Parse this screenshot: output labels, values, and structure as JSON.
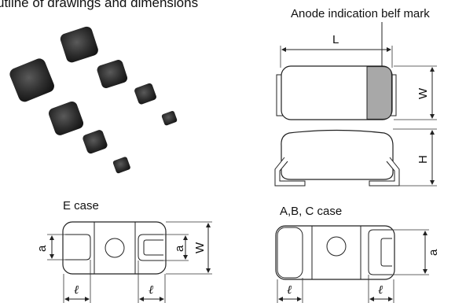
{
  "header": {
    "title_fragment": "utline of drawings and dimensions"
  },
  "labels": {
    "anode_mark": "Anode indication belf mark",
    "dim_L": "L",
    "dim_W": "W",
    "dim_H": "H",
    "dim_a": "a",
    "dim_l": "ℓ",
    "e_case": "E case",
    "abc_case": "A,B, C case"
  },
  "colors": {
    "body_outline": "#222222",
    "anode_band": "#a8a8a8",
    "chip_dark": "#2a2a2a"
  },
  "photo": {
    "chip_count": 8
  }
}
